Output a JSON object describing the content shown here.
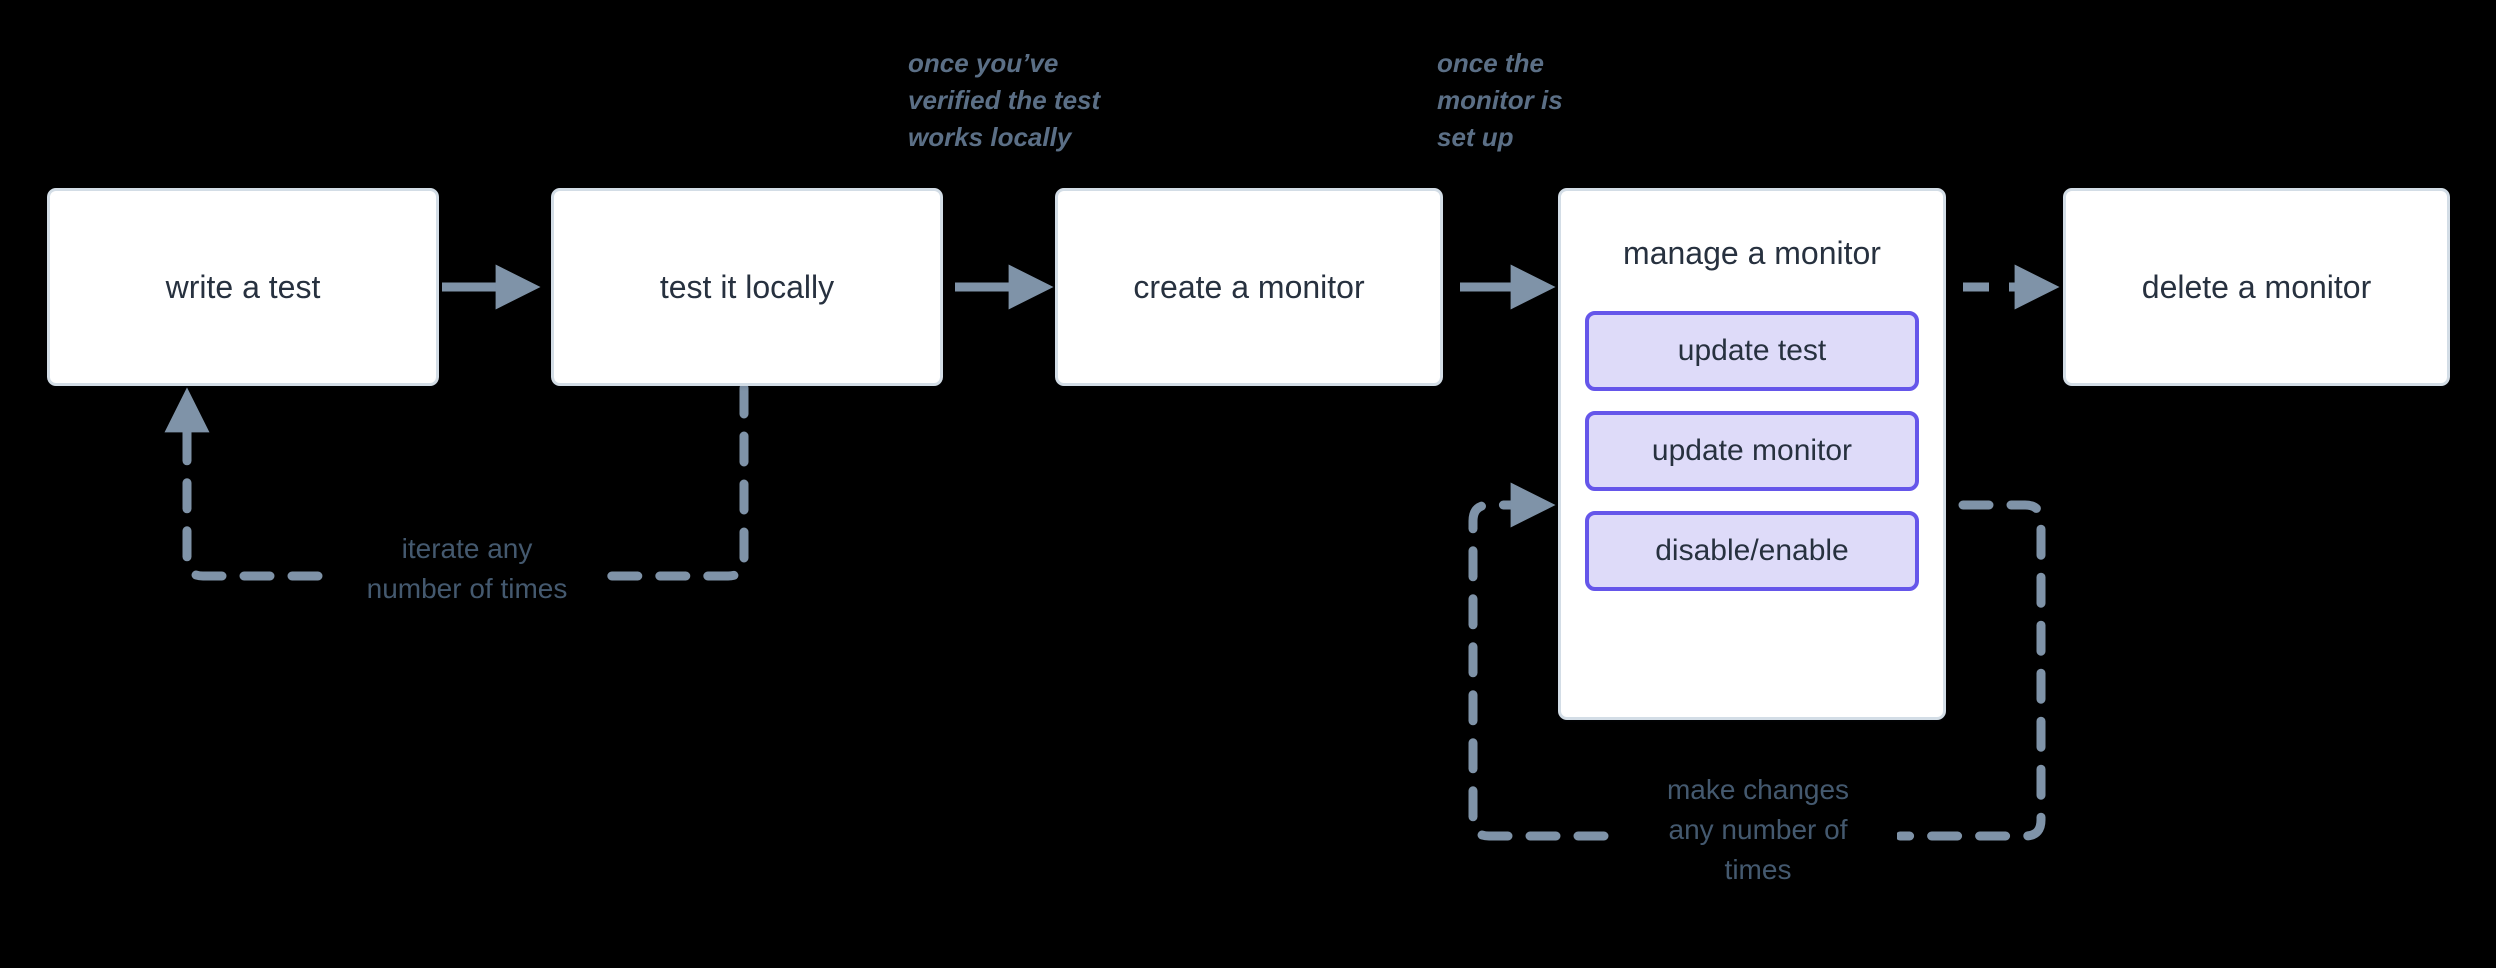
{
  "diagram": {
    "title": "monitor lifecycle flow",
    "background_color": "#000000",
    "node_fill": "#FFFFFF",
    "node_border": "#D3DDE6",
    "node_text_color": "#27313F",
    "subitem_fill": "#DEDBF9",
    "subitem_border": "#6556EA",
    "connector_color": "#7F93A8",
    "annotation_color": "#5B6F86",
    "edge_label_color": "#44596F"
  },
  "nodes": [
    {
      "id": "write-a-test",
      "label": "write a test"
    },
    {
      "id": "test-it-locally",
      "label": "test it locally"
    },
    {
      "id": "create-a-monitor",
      "label": "create a monitor"
    },
    {
      "id": "manage-a-monitor",
      "label": "manage a monitor"
    },
    {
      "id": "delete-a-monitor",
      "label": "delete a monitor"
    }
  ],
  "subitems": [
    {
      "id": "update-test",
      "label": "update test"
    },
    {
      "id": "update-monitor",
      "label": "update monitor"
    },
    {
      "id": "disable-enable",
      "label": "disable/enable"
    }
  ],
  "annotations": [
    {
      "id": "once-verified",
      "text": "once you’ve\nverified the test\nworks locally"
    },
    {
      "id": "once-set-up",
      "text": "once the\nmonitor is\nset up"
    }
  ],
  "edge_labels": [
    {
      "id": "iterate-loop",
      "text": "iterate any\nnumber of times"
    },
    {
      "id": "make-changes-loop",
      "text": "make changes\nany number of\ntimes"
    }
  ],
  "edges": [
    {
      "id": "write-to-test",
      "from": "write a test",
      "to": "test it locally",
      "style": "solid"
    },
    {
      "id": "test-to-create",
      "from": "test it locally",
      "to": "create a monitor",
      "style": "solid"
    },
    {
      "id": "create-to-manage",
      "from": "create a monitor",
      "to": "manage a monitor",
      "style": "solid"
    },
    {
      "id": "manage-to-delete",
      "from": "manage a monitor",
      "to": "delete a monitor",
      "style": "dashed"
    },
    {
      "id": "test-back-to-write",
      "from": "test it locally",
      "to": "write a test",
      "style": "dashed",
      "label": "iterate any number of times"
    },
    {
      "id": "manage-self-loop",
      "from": "manage a monitor",
      "to": "update monitor",
      "style": "dashed",
      "label": "make changes any number of times"
    }
  ]
}
